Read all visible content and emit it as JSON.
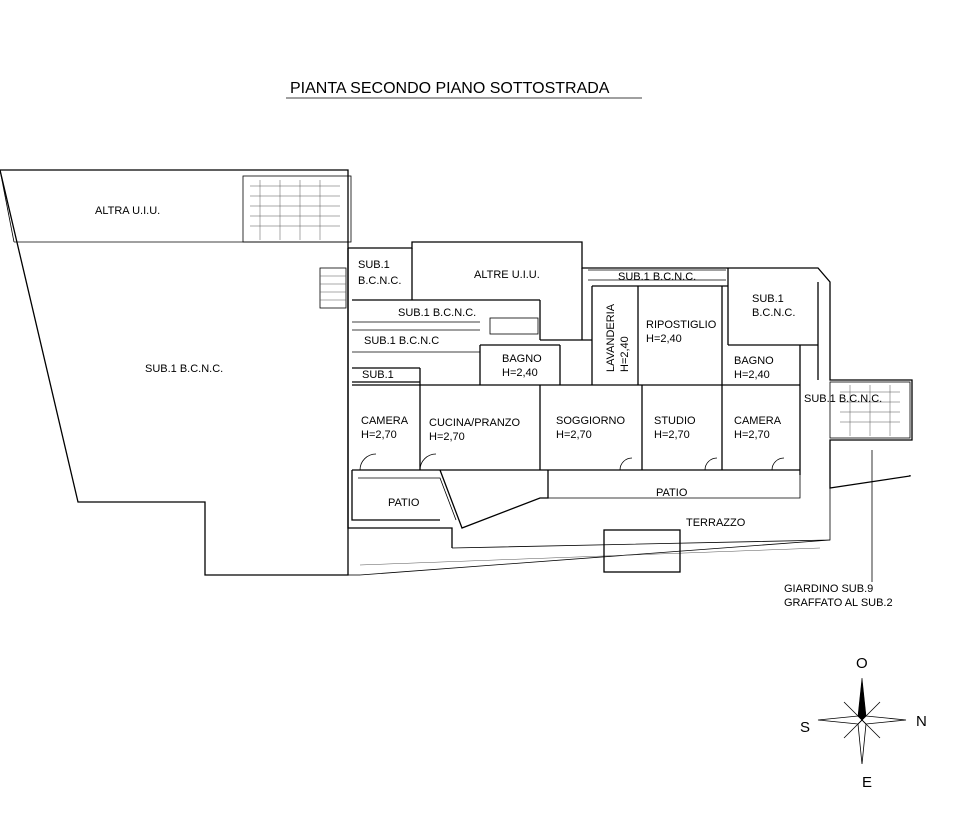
{
  "title": "PIANTA SECONDO PIANO SOTTOSTRADA",
  "labels": {
    "altra_uiu": "ALTRA U.I.U.",
    "sub1_west": "SUB.1 B.C.N.C.",
    "sub1_small_a": "SUB.1",
    "sub1_small_b": "B.C.N.C.",
    "altre_uiu": "ALTRE U.I.U.",
    "sub1_corridor_top": "SUB.1 B.C.N.C.",
    "sub1_corridor_mid": "SUB.1 B.C.N.C.",
    "sub1_stair": "SUB.1 B.C.N.C",
    "sub1_short": "SUB.1",
    "sub1_ne_a": "SUB.1",
    "sub1_ne_b": "B.C.N.C.",
    "sub1_east": "SUB.1 B.C.N.C.",
    "camera1_name": "CAMERA",
    "camera1_h": "H=2,70",
    "cucina_name": "CUCINA/PRANZO",
    "cucina_h": "H=2,70",
    "bagno1_name": "BAGNO",
    "bagno1_h": "H=2,40",
    "lavanderia_name": "LAVANDERIA",
    "lavanderia_h": "H=2,40",
    "ripostiglio_name": "RIPOSTIGLIO",
    "ripostiglio_h": "H=2,40",
    "soggiorno_name": "SOGGIORNO",
    "soggiorno_h": "H=2,70",
    "studio_name": "STUDIO",
    "studio_h": "H=2,70",
    "bagno2_name": "BAGNO",
    "bagno2_h": "H=2,40",
    "camera2_name": "CAMERA",
    "camera2_h": "H=2,70",
    "patio1": "PATIO",
    "patio2": "PATIO",
    "terrazzo": "TERRAZZO",
    "giardino_a": "GIARDINO SUB.9",
    "giardino_b": "GRAFFATO AL SUB.2"
  },
  "compass": {
    "north": "N",
    "south": "S",
    "east": "E",
    "west": "O"
  }
}
